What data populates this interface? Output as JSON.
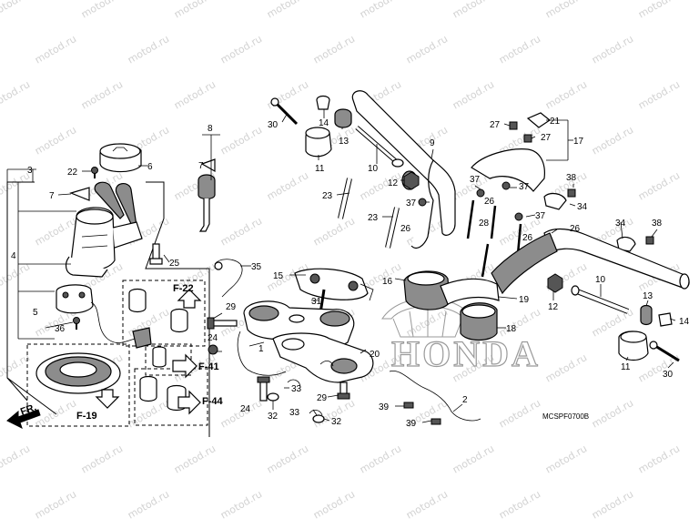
{
  "watermark": {
    "text": "motod.ru",
    "color": "#d2d2d2"
  },
  "diagram": {
    "brand_mark": "HONDA",
    "diagram_code": "MCSPF0700B",
    "direction_label": "FR.",
    "references": [
      "F-22",
      "F-41",
      "F-44",
      "F-19"
    ],
    "callouts": {
      "c1": "1",
      "c2": "2",
      "c3": "3",
      "c4": "4",
      "c5": "5",
      "c6": "6",
      "c7": "7",
      "c7b": "7",
      "c8": "8",
      "c9": "9",
      "c10a": "10",
      "c10b": "10",
      "c11a": "11",
      "c11b": "11",
      "c12a": "12",
      "c12b": "12",
      "c13a": "13",
      "c13b": "13",
      "c14a": "14",
      "c14b": "14",
      "c15": "15",
      "c16": "16",
      "c17": "17",
      "c18": "18",
      "c19": "19",
      "c20": "20",
      "c21": "21",
      "c22": "22",
      "c23a": "23",
      "c23b": "23",
      "c24a": "24",
      "c24b": "24",
      "c25": "25",
      "c26a": "26",
      "c26b": "26",
      "c26c": "26",
      "c26d": "26",
      "c27a": "27",
      "c27b": "27",
      "c28": "28",
      "c29a": "29",
      "c29b": "29",
      "c30a": "30",
      "c30b": "30",
      "c31": "31",
      "c32a": "32",
      "c32b": "32",
      "c33a": "33",
      "c33b": "33",
      "c34a": "34",
      "c34b": "34",
      "c35": "35",
      "c36": "36",
      "c37a": "37",
      "c37b": "37",
      "c37c": "37",
      "c37d": "37",
      "c38a": "38",
      "c38b": "38",
      "c39a": "39",
      "c39b": "39"
    }
  },
  "colors": {
    "line": "#000000",
    "part_fill": "#ffffff",
    "shade": "#8c8c8c",
    "brand_outline": "#9a9a9a"
  }
}
